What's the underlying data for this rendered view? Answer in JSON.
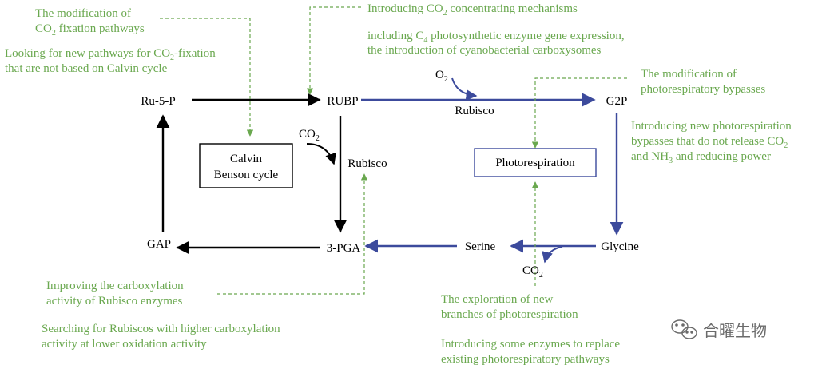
{
  "colors": {
    "green": "#6aa84f",
    "black": "#000000",
    "blue": "#3c4a9c",
    "box_blue": "#3c4a9c",
    "grey": "#6b6b6b"
  },
  "nodes": {
    "ru5p": "Ru-5-P",
    "rubp": "RUBP",
    "g2p": "G2P",
    "gap": "GAP",
    "pga": "3-PGA",
    "serine": "Serine",
    "glycine": "Glycine",
    "rubisco_left": "Rubisco",
    "rubisco_top": "Rubisco",
    "co2_left": {
      "main": "CO",
      "sub": "2"
    },
    "co2_right": {
      "main": "CO",
      "sub": "2"
    },
    "o2": {
      "main": "O",
      "sub": "2"
    },
    "calvin_line1": "Calvin",
    "calvin_line2": "Benson cycle",
    "photorespiration": "Photorespiration"
  },
  "annotations": {
    "mod_co2_line1": "The modification of",
    "mod_co2_line2_a": "CO",
    "mod_co2_line2_sub": "2",
    "mod_co2_line2_b": " fixation pathways",
    "new_path_line1_a": "Looking for new pathways for CO",
    "new_path_line1_sub": "2",
    "new_path_line1_b": "-fixation",
    "new_path_line2": "that are not based on Calvin cycle",
    "ccm_title_a": "Introducing CO",
    "ccm_title_sub": "2",
    "ccm_title_b": " concentrating mechanisms",
    "ccm_line1_a": "including C",
    "ccm_line1_sub": "4",
    "ccm_line1_b": " photosynthetic enzyme gene expression,",
    "ccm_line2": "the introduction of cyanobacterial carboxysomes",
    "bypass_line1": "The modification of",
    "bypass_line2": "photorespiratory bypasses",
    "newbypass_line1": "Introducing new photorespiration",
    "newbypass_line2_a": "bypasses that do not release CO",
    "newbypass_line2_sub": "2",
    "newbypass_line3_a": "and NH",
    "newbypass_line3_sub": "3",
    "newbypass_line3_b": " and reducing power",
    "improve_line1": "Improving the carboxylation",
    "improve_line2": "activity of Rubisco enzymes",
    "search_line1": "Searching for Rubiscos with higher carboxylation",
    "search_line2": "activity at lower oxidation activity",
    "explore_line1": "The exploration of new",
    "explore_line2": "branches of photorespiration",
    "replace_line1": "Introducing some enzymes to replace",
    "replace_line2": "existing photorespiratory pathways"
  },
  "watermark": {
    "icon": "wechat-icon",
    "text": "合曜生物"
  }
}
